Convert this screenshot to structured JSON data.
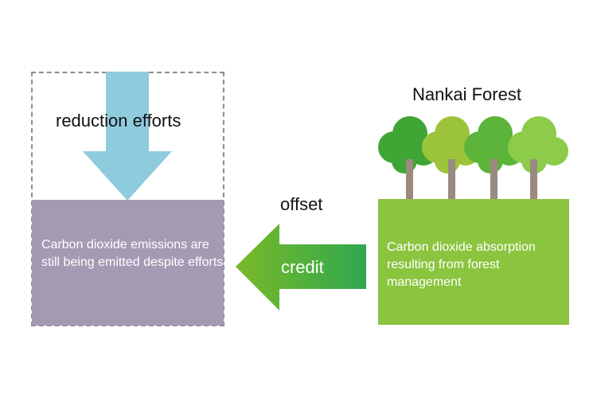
{
  "left_panel": {
    "reduction_label": "reduction efforts",
    "emissions_text": "Carbon dioxide emissions are still being emitted despite efforts",
    "emissions_color": "#a59ab4",
    "arrow_color": "#8ecbdc"
  },
  "middle": {
    "offset_label": "offset",
    "credit_label": "credit",
    "arrow_colors": [
      "#7ab928",
      "#2fa84f"
    ]
  },
  "right_panel": {
    "title": "Nankai Forest",
    "absorption_text": "Carbon dioxide absorption resulting from forest management",
    "box_color": "#8bc43f",
    "tree_colors": [
      "#3fa535",
      "#9cc43a",
      "#5cb43a",
      "#8ccc4a"
    ],
    "trunk_color": "#9a8a80"
  }
}
